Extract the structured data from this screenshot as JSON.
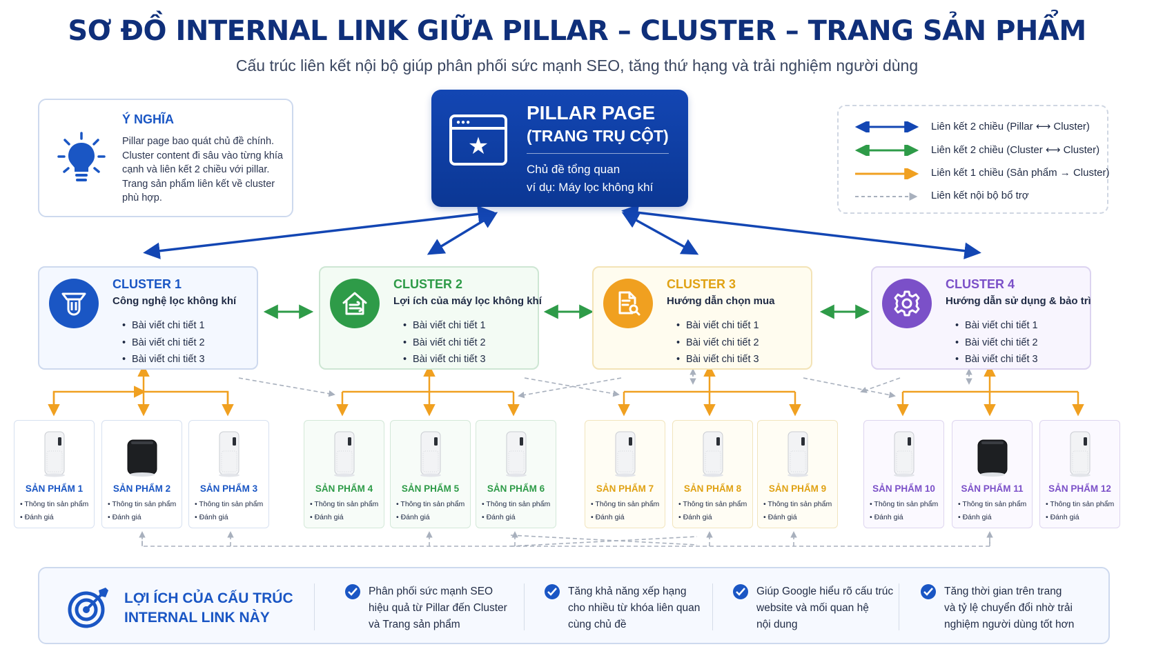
{
  "header": {
    "title": "SƠ ĐỒ INTERNAL LINK GIỮA PILLAR – CLUSTER – TRANG SẢN PHẨM",
    "subtitle": "Cấu trúc liên kết nội bộ giúp phân phối sức mạnh SEO, tăng thứ hạng và trải nghiệm người dùng"
  },
  "meaning": {
    "title": "Ý NGHĨA",
    "text": "Pillar page bao quát chủ đề chính. Cluster content đi sâu vào từng khía cạnh và liên kết 2 chiều với pillar. Trang sản phẩm liên kết về cluster phù hợp.",
    "icon": "lightbulb-icon"
  },
  "pillar": {
    "title": "PILLAR PAGE",
    "subtitle": "(TRANG TRỤ CỘT)",
    "desc1": "Chủ đề tổng quan",
    "desc2": "ví dụ: Máy lọc không khí",
    "icon": "browser-star-icon"
  },
  "legend": [
    {
      "label": "Liên kết 2 chiều (Pillar ⟷ Cluster)",
      "color": "#1346b3",
      "style": "double-arrow"
    },
    {
      "label": "Liên kết 2 chiều (Cluster ⟷ Cluster)",
      "color": "#2e9b48",
      "style": "double-arrow"
    },
    {
      "label": "Liên kết 1 chiều (Sản phẩm → Cluster)",
      "color": "#f0a020",
      "style": "single-arrow"
    },
    {
      "label": "Liên kết nội bộ bổ trợ",
      "color": "#a8b0bd",
      "style": "dashed-arrow"
    }
  ],
  "clusters": [
    {
      "title": "CLUSTER 1",
      "subtitle": "Công nghệ lọc không khí",
      "items": [
        "Bài viết chi tiết 1",
        "Bài viết chi tiết 2",
        "Bài viết chi tiết 3"
      ],
      "color": "#1a56c4",
      "icon": "filter-icon"
    },
    {
      "title": "CLUSTER 2",
      "subtitle": "Lợi ích của máy lọc không khí",
      "items": [
        "Bài viết chi tiết 1",
        "Bài viết chi tiết 2",
        "Bài viết chi tiết 3"
      ],
      "color": "#2e9b48",
      "icon": "house-air-icon"
    },
    {
      "title": "CLUSTER 3",
      "subtitle": "Hướng dẫn chọn mua",
      "items": [
        "Bài viết chi tiết 1",
        "Bài viết chi tiết 2",
        "Bài viết chi tiết 3"
      ],
      "color": "#f0a020",
      "icon": "document-search-icon"
    },
    {
      "title": "CLUSTER 4",
      "subtitle": "Hướng dẫn sử dụng & bảo trì",
      "items": [
        "Bài viết chi tiết 1",
        "Bài viết chi tiết 2",
        "Bài viết chi tiết 3"
      ],
      "color": "#7b50c8",
      "icon": "gear-icon"
    }
  ],
  "products": [
    {
      "name": "SẢN PHẨM 1",
      "line1": "• Thông tin sản phẩm",
      "line2": "• Đánh giá",
      "device": "white"
    },
    {
      "name": "SẢN PHẨM 2",
      "line1": "• Thông tin sản phẩm",
      "line2": "• Đánh giá",
      "device": "black"
    },
    {
      "name": "SẢN PHẨM 3",
      "line1": "• Thông tin sản phẩm",
      "line2": "• Đánh giá",
      "device": "white"
    },
    {
      "name": "SẢN PHẨM 4",
      "line1": "• Thông tin sản phẩm",
      "line2": "• Đánh giá",
      "device": "white"
    },
    {
      "name": "SẢN PHẨM 5",
      "line1": "• Thông tin sản phẩm",
      "line2": "• Đánh giá",
      "device": "white"
    },
    {
      "name": "SẢN PHẨM 6",
      "line1": "• Thông tin sản phẩm",
      "line2": "• Đánh giá",
      "device": "white"
    },
    {
      "name": "SẢN PHẨM 7",
      "line1": "• Thông tin sản phẩm",
      "line2": "• Đánh giá",
      "device": "white"
    },
    {
      "name": "SẢN PHẨM 8",
      "line1": "• Thông tin sản phẩm",
      "line2": "• Đánh giá",
      "device": "white"
    },
    {
      "name": "SẢN PHẨM 9",
      "line1": "• Thông tin sản phẩm",
      "line2": "• Đánh giá",
      "device": "white"
    },
    {
      "name": "SẢN PHẨM 10",
      "line1": "• Thông tin sản phẩm",
      "line2": "• Đánh giá",
      "device": "white"
    },
    {
      "name": "SẢN PHẨM 11",
      "line1": "• Thông tin sản phẩm",
      "line2": "• Đánh giá",
      "device": "black"
    },
    {
      "name": "SẢN PHẨM 12",
      "line1": "• Thông tin sản phẩm",
      "line2": "• Đánh giá",
      "device": "white"
    }
  ],
  "benefits": {
    "title_line1": "LỢI ÍCH CỦA CẤU TRÚC",
    "title_line2": "INTERNAL LINK NÀY",
    "icon": "target-icon",
    "items": [
      "Phân phối sức mạnh SEO\nhiệu quả từ Pillar đến Cluster\nvà Trang sản phẩm",
      "Tăng khả năng xếp hạng\ncho nhiều từ khóa liên quan\ncùng chủ đề",
      "Giúp Google hiểu rõ cấu trúc\nwebsite và mối quan hệ\nnội dung",
      "Tăng thời gian trên trang\nvà tỷ lệ chuyển đổi nhờ trải\nnghiệm người dùng tốt hơn"
    ]
  }
}
